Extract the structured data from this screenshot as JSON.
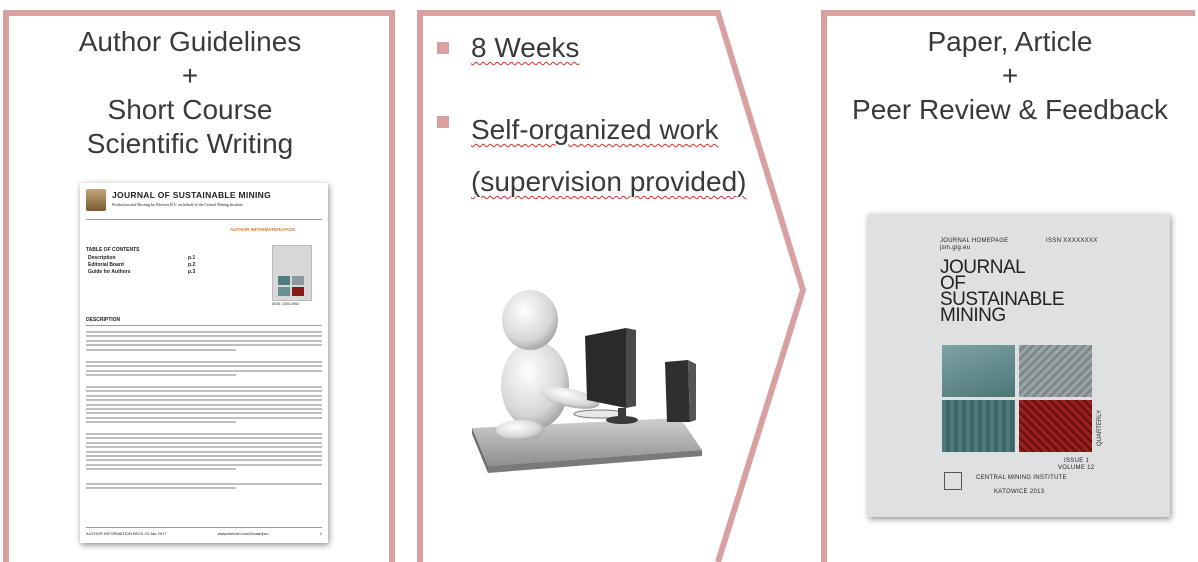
{
  "panel1": {
    "title_line1": "Author Guidelines",
    "plus": "+",
    "title_line2": "Short Course",
    "title_line3": "Scientific Writing",
    "document": {
      "journal_name": "JOURNAL OF SUSTAINABLE MINING",
      "subtitle": "Production and Hosting by Elsevier B.V. on behalf of the Central Mining Institute",
      "logo_text": "ELSEVIER",
      "pack_label": "AUTHOR INFORMATION PACK",
      "toc_heading": "TABLE OF CONTENTS",
      "toc": [
        {
          "label": "Description",
          "page": "p.1"
        },
        {
          "label": "Editorial Board",
          "page": "p.2"
        },
        {
          "label": "Guide for Authors",
          "page": "p.3"
        }
      ],
      "issn": "ISSN: 2300-3960",
      "description_heading": "DESCRIPTION",
      "footer_left": "AUTHOR INFORMATION PACK 24 Jan 2017",
      "footer_mid": "www.elsevier.com/locate/jsm",
      "footer_right": "1"
    }
  },
  "panel2": {
    "bullets": [
      "8 Weeks",
      "Self-organized work",
      "(supervision provided)"
    ]
  },
  "panel3": {
    "title_line1": "Paper, Article",
    "plus": "+",
    "title_line2": "Peer Review & Feedback",
    "cover": {
      "homepage_label": "JOURNAL HOMEPAGE",
      "homepage_url": "jsm.gig.eu",
      "issn": "ISSN XXXXXXXX",
      "title_lines": [
        "JOURNAL",
        "OF",
        "SUSTAINABLE",
        "MINING"
      ],
      "quarterly": "QUARTERLY",
      "issue": "ISSUE 1",
      "volume": "VOLUME 12",
      "publisher": "CENTRAL MINING INSTITUTE",
      "place_year": "KATOWICE 2013"
    }
  },
  "colors": {
    "frame": "#d9a0a0",
    "bullet": "#d9a0a0",
    "cover_red": "#8b1a1a",
    "cover_teal": "#5f8c8c"
  }
}
